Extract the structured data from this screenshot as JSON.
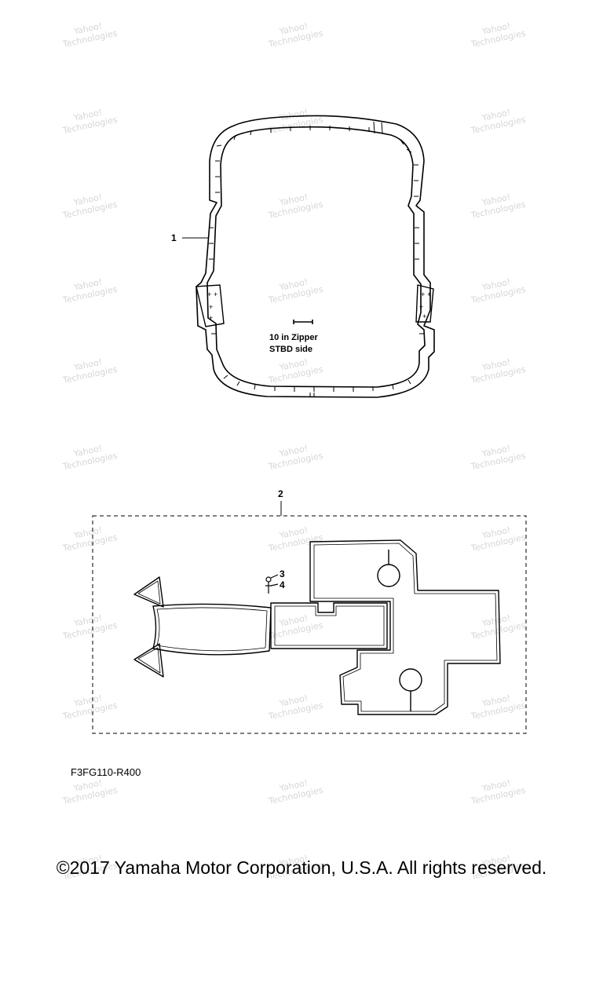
{
  "watermark": {
    "line1": "Yahoo!",
    "line2": "Technologies"
  },
  "callouts": [
    "1",
    "2",
    "3",
    "4"
  ],
  "zipper_note": {
    "line1": "10 in Zipper",
    "line2": "STBD  side"
  },
  "figure_code": "F3FG110-R400",
  "copyright": "©2017 Yamaha Motor Corporation, U.S.A. All rights reserved."
}
